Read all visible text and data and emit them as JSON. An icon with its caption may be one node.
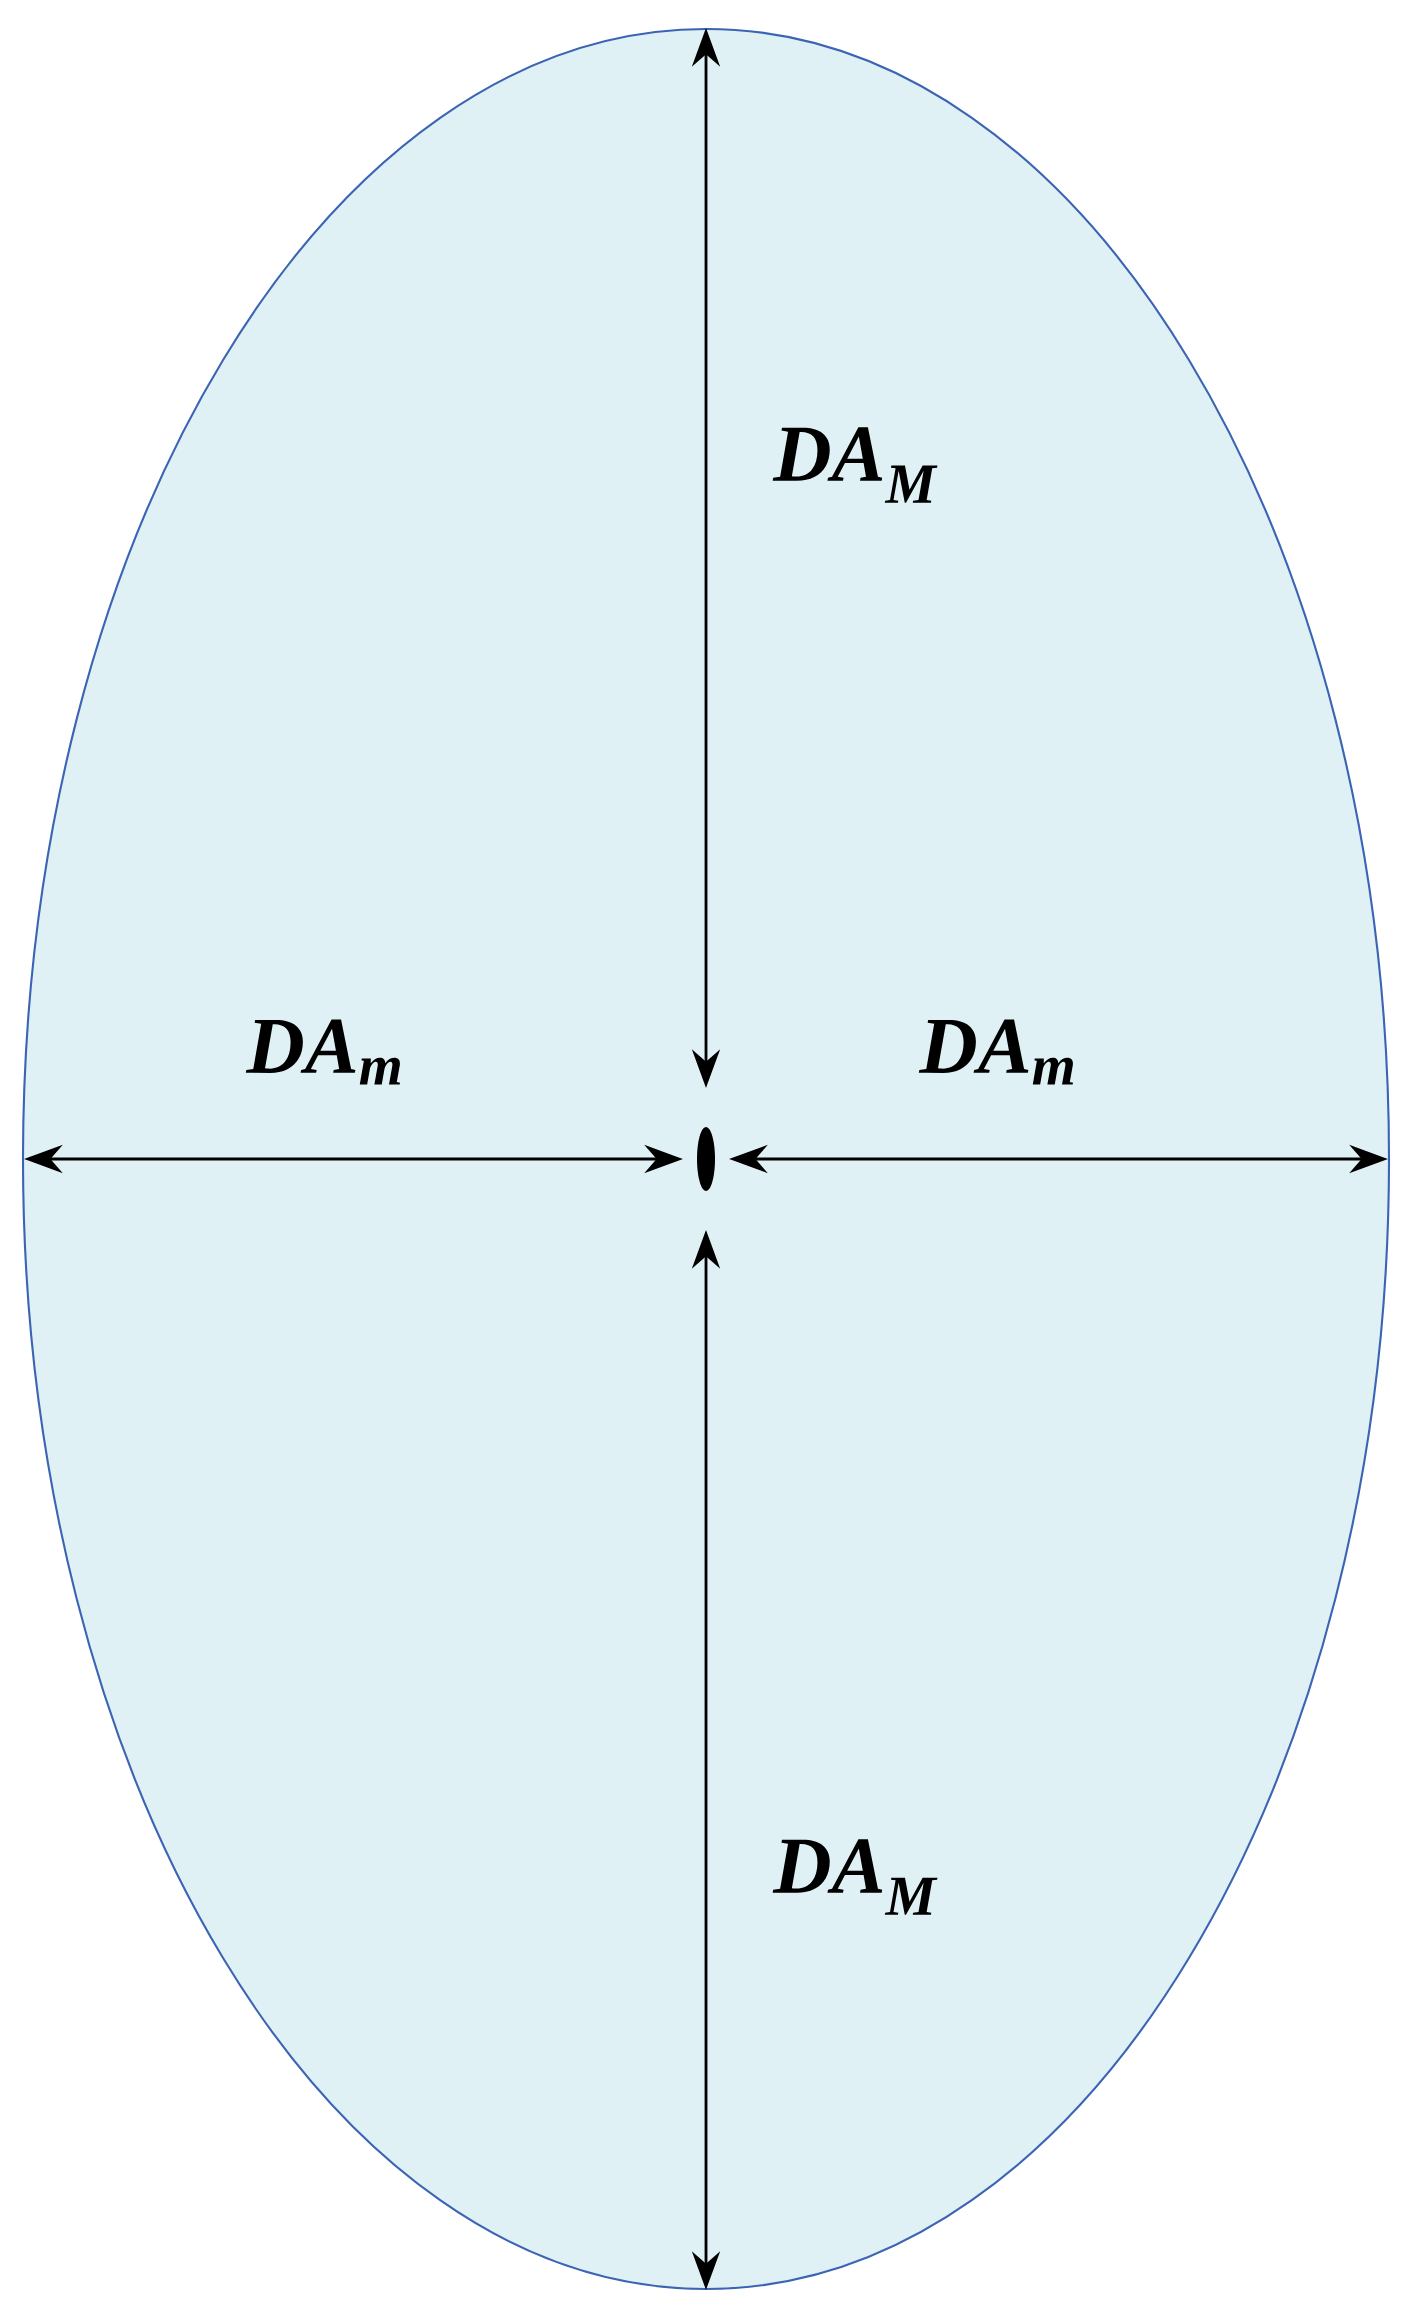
{
  "diagram": {
    "labels": [
      "DA$_{M}$",
      "DA$_{m}$",
      "DA$_{m}$",
      "DA$_{M}$"
    ]
  }
}
